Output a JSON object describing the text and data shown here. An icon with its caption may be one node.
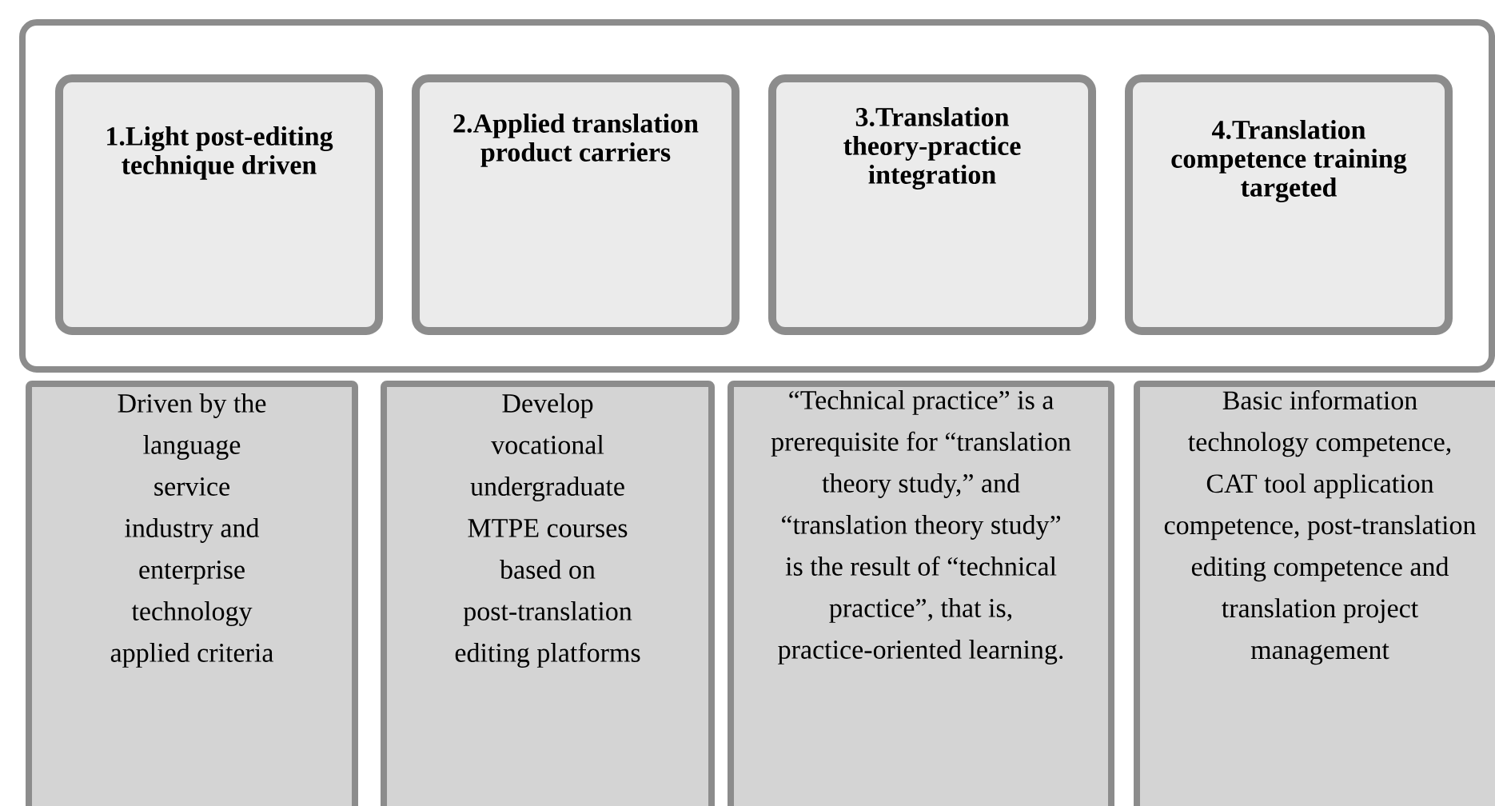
{
  "diagram": {
    "nodes": [
      {
        "text": [],
        "shape": "box"
      },
      {
        "text": [
          "1.Light post-editing technique driven"
        ],
        "in": 0
      },
      {
        "text": [
          "2.Applied translation product carriers"
        ],
        "in": 0
      },
      {
        "text": [
          "3.Translation theory-practice integration"
        ],
        "in": 0
      },
      {
        "text": [
          "4.Translation competence training targeted"
        ],
        "in": 0
      },
      {
        "text": [
          "Driven by the language service industry and enterprise technology applied criteria"
        ]
      },
      {
        "text": [
          "Develop vocational undergraduate MTPE courses based on post-translation editing platforms"
        ]
      },
      {
        "text": [
          "“Technical practice” is a prerequisite for “translation theory study,” and “translation theory study” is the result of “technical practice”, that is, practice-oriented learning."
        ]
      },
      {
        "text": [
          "Basic information technology competence, CAT tool application competence, post-translation editing competence and translation project management"
        ]
      }
    ],
    "edges": []
  }
}
